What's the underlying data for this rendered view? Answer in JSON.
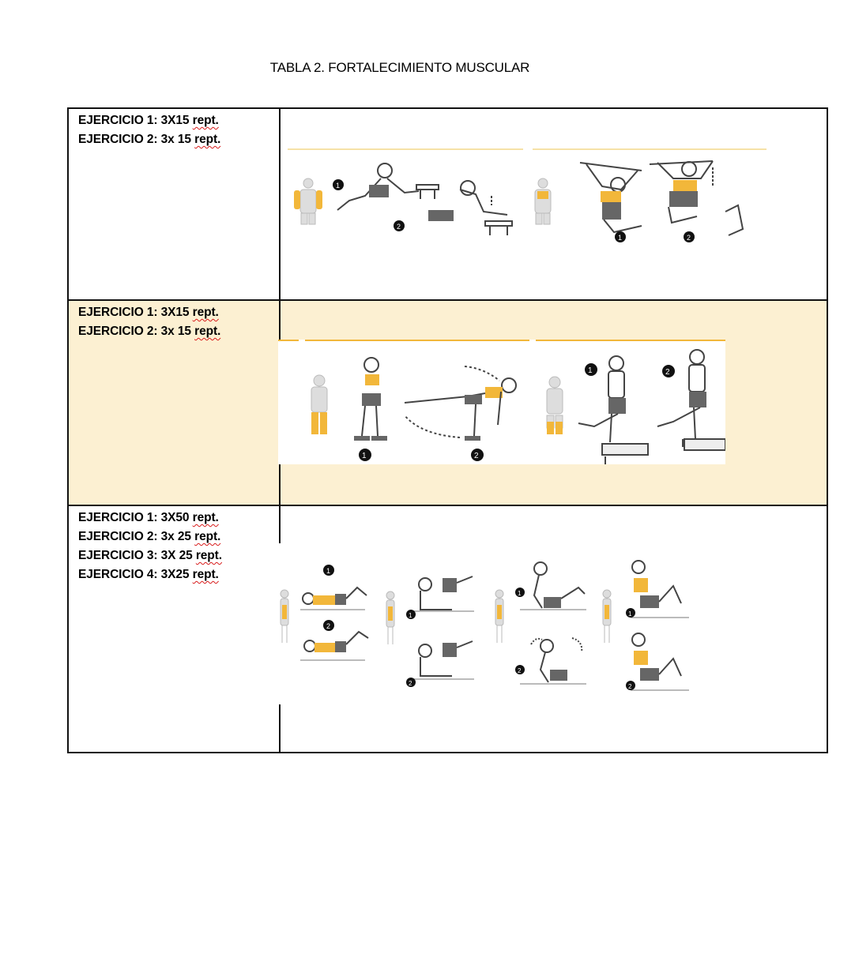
{
  "title": "TABLA 2. FORTALECIMIENTO MUSCULAR",
  "rows": [
    {
      "lines": [
        {
          "prefix": "EJERCICIO 1: 3X15 ",
          "word": "rept."
        },
        {
          "prefix": "EJERCICIO 2: 3x 15 ",
          "word": "rept."
        }
      ],
      "illustration": "triceps-dips-and-pull-ups"
    },
    {
      "lines": [
        {
          "prefix": "EJERCICIO 1: 3X15 ",
          "word": "rept."
        },
        {
          "prefix": "EJERCICIO 2: 3x 15 ",
          "word": "rept."
        }
      ],
      "illustration": "single-leg-deadlift-and-calf-raises"
    },
    {
      "lines": [
        {
          "prefix": "EJERCICIO 1: 3X50 ",
          "word": "rept."
        },
        {
          "prefix": "EJERCICIO 2: 3x 25 ",
          "word": "rept."
        },
        {
          "prefix": "EJERCICIO 3: 3X 25 ",
          "word": "rept."
        },
        {
          "prefix": "EJERCICIO 4: 3X25 ",
          "word": "rept."
        }
      ],
      "illustration": "abdominal-crunch-sequence"
    }
  ],
  "colors": {
    "highlight": "#fcf0d2",
    "muscle": "#f2b73a",
    "spellcheck": "#d81b1b"
  }
}
